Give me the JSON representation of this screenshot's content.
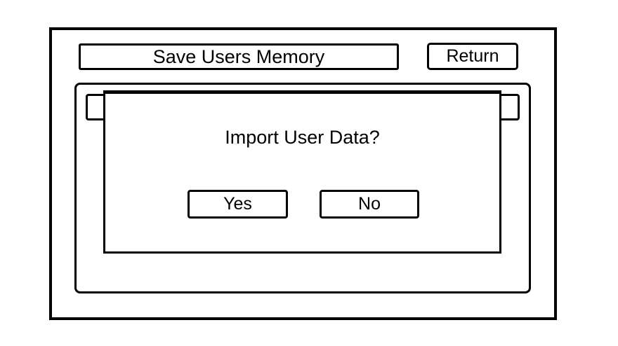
{
  "header": {
    "title": "Save Users Memory",
    "return_button": "Return"
  },
  "dialog": {
    "message": "Import User Data?",
    "yes_button": "Yes",
    "no_button": "No"
  },
  "colors": {
    "line": "#000000",
    "background": "#ffffff"
  }
}
